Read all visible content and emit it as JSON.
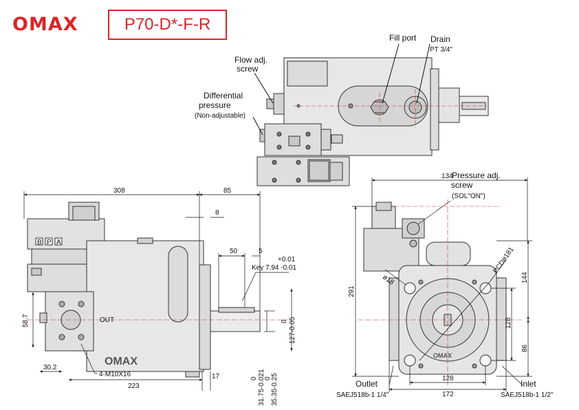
{
  "brand": {
    "logo_text": "OMAX",
    "color": "#d8262b"
  },
  "model": "P70-D*-F-R",
  "top_view": {
    "labels": {
      "flow_adj_line1": "Flow adj.",
      "flow_adj_line2": "screw",
      "diff_line1": "Differential",
      "diff_line2": "pressure",
      "diff_line3": "(Non-adjustable)",
      "fill_port": "Fill port",
      "drain": "Drain",
      "drain_size": "PT 3/4\""
    }
  },
  "side_view": {
    "dims": {
      "d308": "308",
      "d85": "85",
      "d8": "8",
      "d50": "50",
      "d5": "5",
      "key_tol": "+0.01",
      "key_label": "Key 7.94 -0.01",
      "d58_7": "58.7",
      "d30_2": "30.2",
      "d223": "223",
      "d17": "17",
      "bolt": "4-M10X16",
      "d127_tol": "0",
      "d127": "127-0.05",
      "d31_tol": "0",
      "d31": "31.75-0.021",
      "d35_tol": "0",
      "d35": "35.35-0.25"
    },
    "port_letters": [
      "B",
      "P",
      "A"
    ],
    "out_label": "OUT",
    "body_logo": "OMAX"
  },
  "end_view": {
    "labels": {
      "pressure_adj_line1": "Pressure adj.",
      "pressure_adj_line2": "screw",
      "sol_on": "(SOL\"ON\")",
      "pcd": "PCDø181",
      "d18": "ø18",
      "outlet": "Outlet",
      "outlet_spec": "SAEJ518b-1 1/4\"",
      "inlet": "Inlet",
      "inlet_spec": "SAEJ518b-1 1/2\"",
      "body_logo": "OMAX"
    },
    "dims": {
      "d134": "134",
      "d291": "291",
      "d144": "144",
      "d128v": "128",
      "d86": "86",
      "d128h": "128",
      "d172": "172"
    }
  }
}
